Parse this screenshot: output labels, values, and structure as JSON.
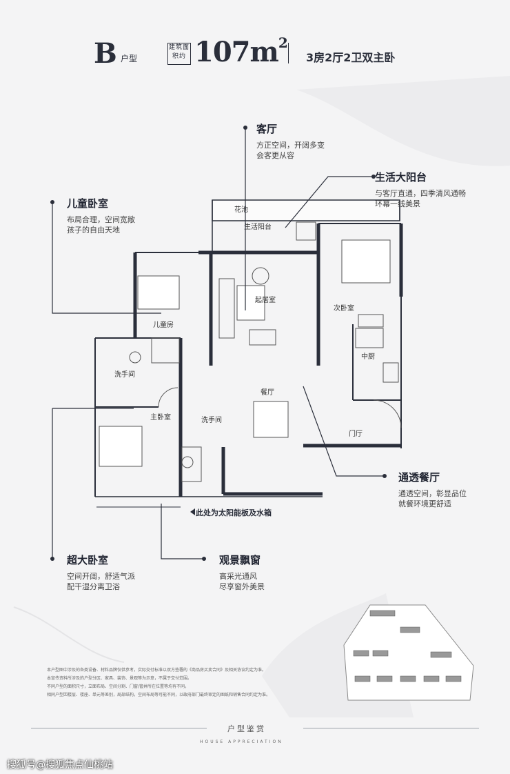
{
  "header": {
    "unit_letter": "B",
    "unit_type_label": "户型",
    "area_label": "建筑面积约",
    "area_value": "107m",
    "area_sup": "2",
    "layout": "3房2厅2卫双主卧"
  },
  "callouts": {
    "living_room": {
      "title": "客厅",
      "desc1": "方正空间，开阔多变",
      "desc2": "会客更从容"
    },
    "balcony": {
      "title": "生活大阳台",
      "desc1": "与客厅直通，四季清风通畅",
      "desc2": "环幕一线美景"
    },
    "kids_room": {
      "title": "儿童卧室",
      "desc1": "布局合理，空间宽敞",
      "desc2": "孩子的自由天地"
    },
    "dining": {
      "title": "通透餐厅",
      "desc1": "通透空间，彰显品位",
      "desc2": "就餐环境更舒适"
    },
    "master": {
      "title": "超大卧室",
      "desc1": "空间开阔，舒适气派",
      "desc2": "配干湿分离卫浴"
    },
    "bay_window": {
      "title": "观景飘窗",
      "desc1": "高采光通风",
      "desc2": "尽享窗外美景"
    }
  },
  "plan_labels": {
    "flower_bed": "花池",
    "balcony": "生活阳台",
    "living": "起居室",
    "second_bedroom": "次卧室",
    "kids_room": "儿童房",
    "kitchen": "中厨",
    "washroom_top": "洗手间",
    "dining": "餐厅",
    "master_bedroom": "主卧室",
    "washroom_bottom": "洗手间",
    "entrance": "门厅"
  },
  "note": "此处为太阳能板及水箱",
  "disclaimer": [
    "本户型图中涉及的各类设备、材料品牌仅供参考，实际交付标准以双方签署的《商品房买卖合同》及相关协议约定为准。",
    "本宣传资料所涉及的户型分区、家具、装饰、景观等为示意，不属于交付范围。",
    "不同户型的面积尺寸，立面布局、空间分割、门窗/管井所在位置等均有不同。",
    "相同户型因楼层、楼座、单元等差别，局部结构，空间布局等可能不同，以政府部门最终审定的图纸和销售合同约定为准。"
  ],
  "footer": {
    "title_cn": "户型鉴赏",
    "title_en": "HOUSE APPRECIATION"
  },
  "watermark": "搜狐号@搜狐焦点仙桃站"
}
